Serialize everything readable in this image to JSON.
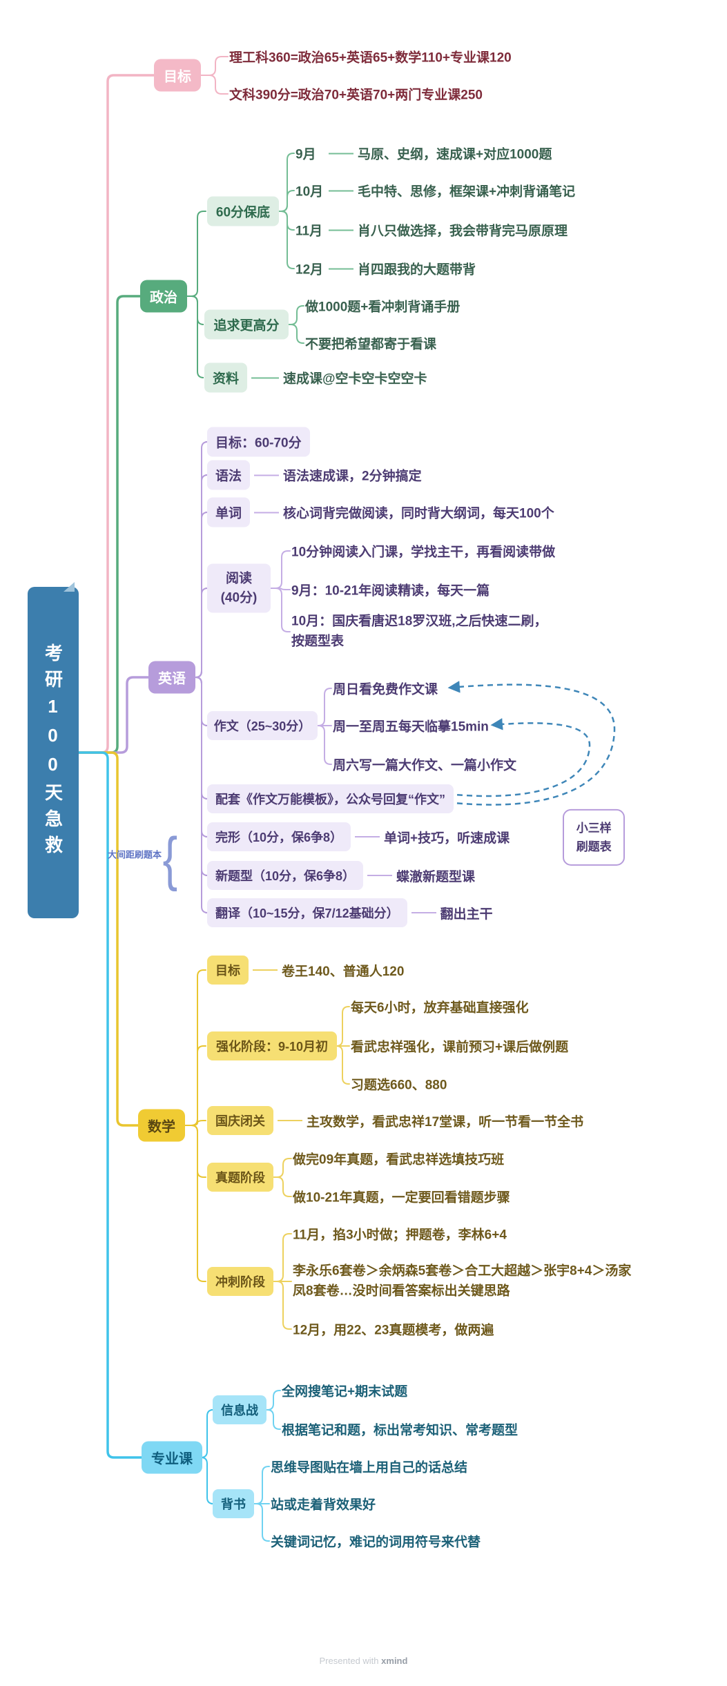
{
  "root": {
    "title": "考研100天急救"
  },
  "goal": {
    "label": "目标",
    "children": [
      "理工科360=政治65+英语65+数学110+专业课120",
      "文科390分=政治70+英语70+两门专业课250"
    ]
  },
  "politics": {
    "label": "政治",
    "baodi": {
      "label": "60分保底",
      "rows": [
        {
          "month": "9月",
          "text": "马原、史纲，速成课+对应1000题"
        },
        {
          "month": "10月",
          "text": "毛中特、思修，框架课+冲刺背诵笔记"
        },
        {
          "month": "11月",
          "text": "肖八只做选择，我会带背完马原原理"
        },
        {
          "month": "12月",
          "text": "肖四跟我的大题带背"
        }
      ]
    },
    "higher": {
      "label": "追求更高分",
      "children": [
        "做1000题+看冲刺背诵手册",
        "不要把希望都寄于看课"
      ]
    },
    "ziliao": {
      "label": "资料",
      "text": "速成课@空卡空卡空空卡"
    }
  },
  "english": {
    "label": "英语",
    "goal": "目标：60-70分",
    "grammar": {
      "label": "语法",
      "text": "语法速成课，2分钟搞定"
    },
    "words": {
      "label": "单词",
      "text": "核心词背完做阅读，同时背大纲词，每天100个"
    },
    "reading": {
      "label_line1": "阅读",
      "label_line2": "(40分)",
      "children": [
        "10分钟阅读入门课，学找主干，再看阅读带做",
        "9月：10-21年阅读精读，每天一篇",
        "10月：国庆看唐迟18罗汉班,之后快速二刷，按题型表"
      ]
    },
    "writing": {
      "label": "作文（25~30分）",
      "children": [
        "周日看免费作文课",
        "周一至周五每天临摹15min",
        "周六写一篇大作文、一篇小作文"
      ]
    },
    "template": "配套《作文万能模板》，公众号回复“作文”",
    "cloze": {
      "label": "完形（10分，保6争8）",
      "text": "单词+技巧，听速成课"
    },
    "newtype": {
      "label": "新题型（10分，保6争8）",
      "text": "蝶澈新题型课"
    },
    "translation": {
      "label": "翻译（10~15分，保7/12基础分）",
      "text": "翻出主干"
    },
    "callout": "大间距刷题本",
    "floating": "小三样刷题表"
  },
  "math": {
    "label": "数学",
    "goal": {
      "label": "目标",
      "text": "卷王140、普通人120"
    },
    "intensify": {
      "label": "强化阶段：9-10月初",
      "children": [
        "每天6小时，放弃基础直接强化",
        "看武忠祥强化，课前预习+课后做例题",
        "习题选660、880"
      ]
    },
    "guoqing": {
      "label": "国庆闭关",
      "text": "主攻数学，看武忠祥17堂课，听一节看一节全书"
    },
    "zhenti": {
      "label": "真题阶段",
      "children": [
        "做完09年真题，看武忠祥选填技巧班",
        "做10-21年真题，一定要回看错题步骤"
      ]
    },
    "sprint": {
      "label": "冲刺阶段",
      "children": [
        "11月，掐3小时做；押题卷，李林6+4",
        "李永乐6套卷＞余炳森5套卷＞合工大超越＞张宇8+4＞汤家凤8套卷…没时间看答案标出关键思路",
        "12月，用22、23真题模考，做两遍"
      ]
    }
  },
  "major": {
    "label": "专业课",
    "info": {
      "label": "信息战",
      "children": [
        "全网搜笔记+期末试题",
        "根据笔记和题，标出常考知识、常考题型"
      ]
    },
    "recite": {
      "label": "背书",
      "children": [
        "思维导图贴在墙上用自己的话总结",
        "站或走着背效果好",
        "关键词记忆，难记的词用符号来代替"
      ]
    }
  },
  "footer": {
    "prefix": "Presented with",
    "brand": "xmind"
  },
  "colors": {
    "root_blue": "#3C7EAD",
    "pink": "#F4B9C7",
    "green": "#57AB7D",
    "purple": "#B69CDB",
    "gold": "#F0CB33",
    "cyan": "#45C4E9",
    "arrow_blue": "#3E86B8"
  }
}
